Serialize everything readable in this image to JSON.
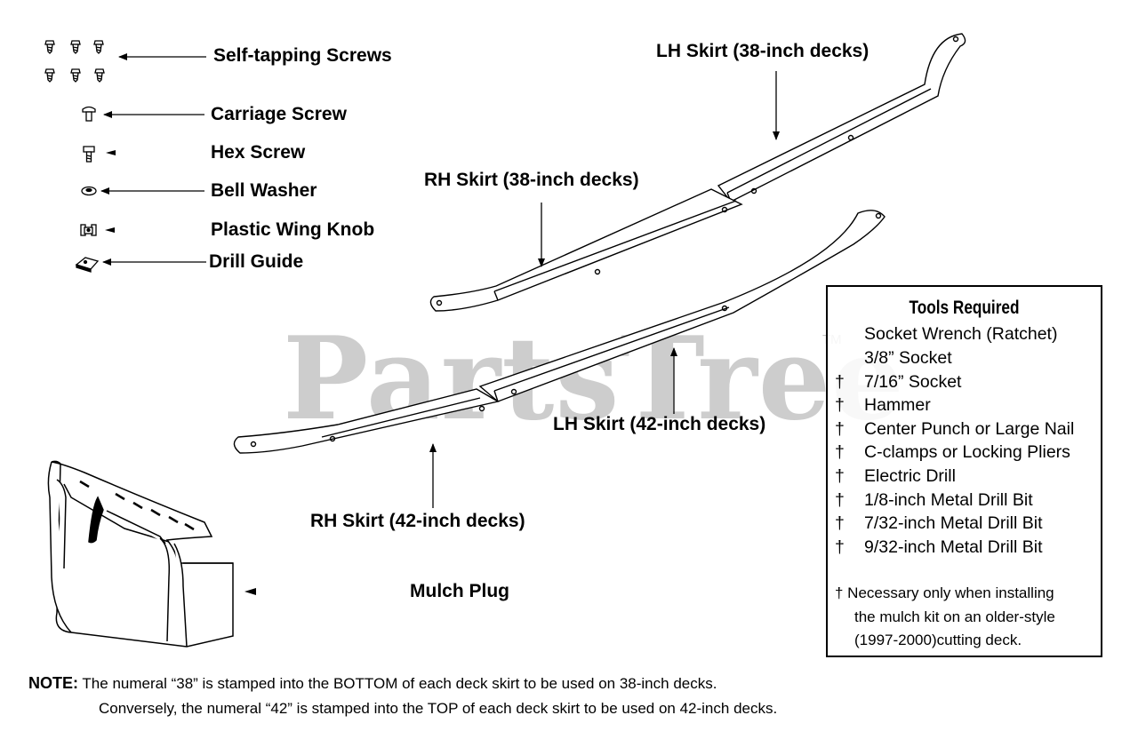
{
  "labels": {
    "self_tapping_screws": "Self-tapping Screws",
    "carriage_screw": "Carriage Screw",
    "hex_screw": "Hex Screw",
    "bell_washer": "Bell Washer",
    "plastic_wing_knob": "Plastic Wing Knob",
    "drill_guide": "Drill Guide",
    "lh_skirt_38": "LH Skirt (38-inch decks)",
    "rh_skirt_38": "RH Skirt (38-inch decks)",
    "lh_skirt_42": "LH Skirt (42-inch decks)",
    "rh_skirt_42": "RH Skirt (42-inch decks)",
    "mulch_plug": "Mulch Plug"
  },
  "watermark": {
    "text": "PartsTree",
    "tm": "TM"
  },
  "tools": {
    "title": "Tools Required",
    "items": [
      {
        "dagger": "",
        "text": "Socket Wrench (Ratchet)"
      },
      {
        "dagger": "",
        "text": "3/8” Socket"
      },
      {
        "dagger": "†",
        "text": "7/16” Socket"
      },
      {
        "dagger": "†",
        "text": "Hammer"
      },
      {
        "dagger": "†",
        "text": "Center Punch or Large Nail"
      },
      {
        "dagger": "†",
        "text": "C-clamps or Locking Pliers"
      },
      {
        "dagger": "†",
        "text": "Electric Drill"
      },
      {
        "dagger": "†",
        "text": "1/8-inch Metal Drill Bit"
      },
      {
        "dagger": "†",
        "text": "7/32-inch Metal Drill Bit"
      },
      {
        "dagger": "†",
        "text": "9/32-inch Metal Drill Bit"
      }
    ],
    "footnote": {
      "line1": "† Necessary only when installing",
      "line2": "the mulch kit on an older-style",
      "line3": "(1997-2000)cutting deck."
    }
  },
  "note": {
    "label": "NOTE:",
    "line1": "The numeral “38” is stamped into the BOTTOM of each deck skirt to be used on 38-inch decks.",
    "line2": "Conversely, the numeral “42” is stamped into the TOP of each deck skirt to be used on 42-inch decks."
  }
}
